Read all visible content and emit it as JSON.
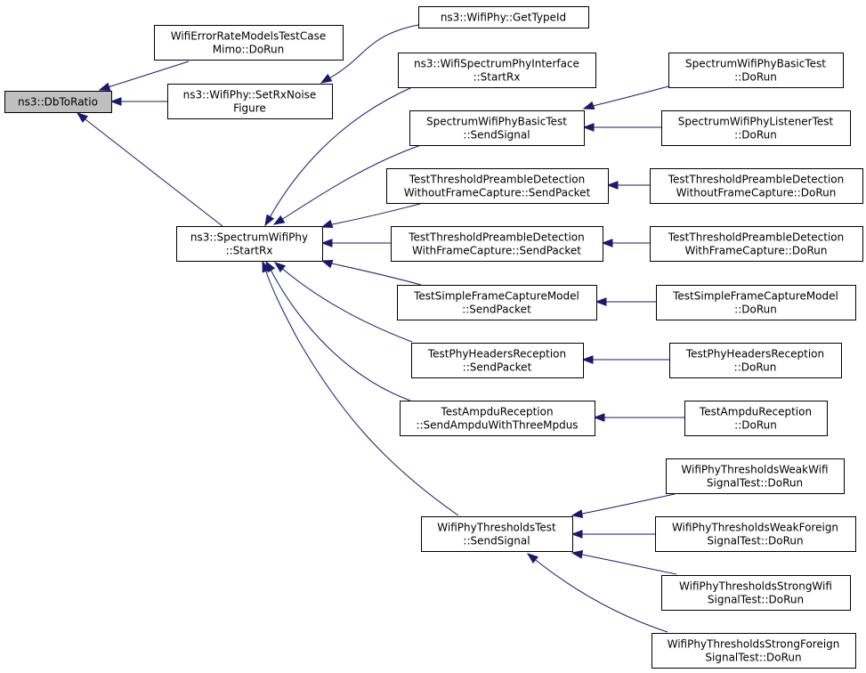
{
  "graph": {
    "colors": {
      "edge": "#191970",
      "root_fill": "#bfbfbf",
      "node_fill": "#ffffff",
      "node_border": "#000000"
    },
    "nodes": [
      {
        "id": "dbtoratio",
        "lines": [
          "ns3::DbToRatio"
        ],
        "root": true
      },
      {
        "id": "mimo-dorun",
        "lines": [
          "WifiErrorRateModelsTestCase",
          "Mimo::DoRun"
        ]
      },
      {
        "id": "setrxnoisefigure",
        "lines": [
          "ns3::WifiPhy::SetRxNoise",
          "Figure"
        ]
      },
      {
        "id": "gettypeid",
        "lines": [
          "ns3::WifiPhy::GetTypeId"
        ]
      },
      {
        "id": "ispi-startrx",
        "lines": [
          "ns3::WifiSpectrumPhyInterface",
          "::StartRx"
        ]
      },
      {
        "id": "swp-startrx",
        "lines": [
          "ns3::SpectrumWifiPhy",
          "::StartRx"
        ]
      },
      {
        "id": "swpbt-sendsignal",
        "lines": [
          "SpectrumWifiPhyBasicTest",
          "::SendSignal"
        ]
      },
      {
        "id": "swpbt-dorun",
        "lines": [
          "SpectrumWifiPhyBasicTest",
          "::DoRun"
        ]
      },
      {
        "id": "swplt-dorun",
        "lines": [
          "SpectrumWifiPhyListenerTest",
          "::DoRun"
        ]
      },
      {
        "id": "ttpd-wo-send",
        "lines": [
          "TestThresholdPreambleDetection",
          "WithoutFrameCapture::SendPacket"
        ]
      },
      {
        "id": "ttpd-wo-dorun",
        "lines": [
          "TestThresholdPreambleDetection",
          "WithoutFrameCapture::DoRun"
        ]
      },
      {
        "id": "ttpd-w-send",
        "lines": [
          "TestThresholdPreambleDetection",
          "WithFrameCapture::SendPacket"
        ]
      },
      {
        "id": "ttpd-w-dorun",
        "lines": [
          "TestThresholdPreambleDetection",
          "WithFrameCapture::DoRun"
        ]
      },
      {
        "id": "tsfcm-send",
        "lines": [
          "TestSimpleFrameCaptureModel",
          "::SendPacket"
        ]
      },
      {
        "id": "tsfcm-dorun",
        "lines": [
          "TestSimpleFrameCaptureModel",
          "::DoRun"
        ]
      },
      {
        "id": "tphr-send",
        "lines": [
          "TestPhyHeadersReception",
          "::SendPacket"
        ]
      },
      {
        "id": "tphr-dorun",
        "lines": [
          "TestPhyHeadersReception",
          "::DoRun"
        ]
      },
      {
        "id": "tar-send",
        "lines": [
          "TestAmpduReception",
          "::SendAmpduWithThreeMpdus"
        ]
      },
      {
        "id": "tar-dorun",
        "lines": [
          "TestAmpduReception",
          "::DoRun"
        ]
      },
      {
        "id": "wptt-sendsignal",
        "lines": [
          "WifiPhyThresholdsTest",
          "::SendSignal"
        ]
      },
      {
        "id": "wpt-weakwifi",
        "lines": [
          "WifiPhyThresholdsWeakWifi",
          "SignalTest::DoRun"
        ]
      },
      {
        "id": "wpt-weakforeign",
        "lines": [
          "WifiPhyThresholdsWeakForeign",
          "SignalTest::DoRun"
        ]
      },
      {
        "id": "wpt-strongwifi",
        "lines": [
          "WifiPhyThresholdsStrongWifi",
          "SignalTest::DoRun"
        ]
      },
      {
        "id": "wpt-strongforeign",
        "lines": [
          "WifiPhyThresholdsStrongForeign",
          "SignalTest::DoRun"
        ]
      }
    ],
    "edges": [
      {
        "from": "mimo-dorun",
        "to": "dbtoratio"
      },
      {
        "from": "setrxnoisefigure",
        "to": "dbtoratio"
      },
      {
        "from": "swp-startrx",
        "to": "dbtoratio"
      },
      {
        "from": "gettypeid",
        "to": "setrxnoisefigure"
      },
      {
        "from": "ispi-startrx",
        "to": "swp-startrx"
      },
      {
        "from": "swpbt-sendsignal",
        "to": "swp-startrx"
      },
      {
        "from": "ttpd-wo-send",
        "to": "swp-startrx"
      },
      {
        "from": "ttpd-w-send",
        "to": "swp-startrx"
      },
      {
        "from": "tsfcm-send",
        "to": "swp-startrx"
      },
      {
        "from": "tphr-send",
        "to": "swp-startrx"
      },
      {
        "from": "tar-send",
        "to": "swp-startrx"
      },
      {
        "from": "wptt-sendsignal",
        "to": "swp-startrx"
      },
      {
        "from": "swpbt-dorun",
        "to": "swpbt-sendsignal"
      },
      {
        "from": "swplt-dorun",
        "to": "swpbt-sendsignal"
      },
      {
        "from": "ttpd-wo-dorun",
        "to": "ttpd-wo-send"
      },
      {
        "from": "ttpd-w-dorun",
        "to": "ttpd-w-send"
      },
      {
        "from": "tsfcm-dorun",
        "to": "tsfcm-send"
      },
      {
        "from": "tphr-dorun",
        "to": "tphr-send"
      },
      {
        "from": "tar-dorun",
        "to": "tar-send"
      },
      {
        "from": "wpt-weakwifi",
        "to": "wptt-sendsignal"
      },
      {
        "from": "wpt-weakforeign",
        "to": "wptt-sendsignal"
      },
      {
        "from": "wpt-strongwifi",
        "to": "wptt-sendsignal"
      },
      {
        "from": "wpt-strongforeign",
        "to": "wptt-sendsignal"
      }
    ]
  }
}
